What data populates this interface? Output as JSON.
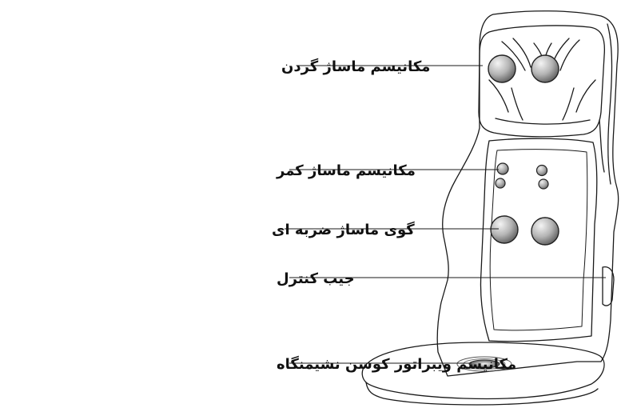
{
  "labels": {
    "neck": "مکانیسم ماساژ گردن",
    "waist": "مکانیسم ماساژ کمر",
    "percussion": "گوی ماساژ ضربه ای",
    "control_pocket": "جیب کنترل",
    "seat_vibrator": "مکانیسم ویبراتور کوسن نشیمنگاه"
  },
  "colors": {
    "outline": "#1a1a1a",
    "ball_light": "#f2f2f2",
    "ball_dark": "#6e6e6e"
  }
}
